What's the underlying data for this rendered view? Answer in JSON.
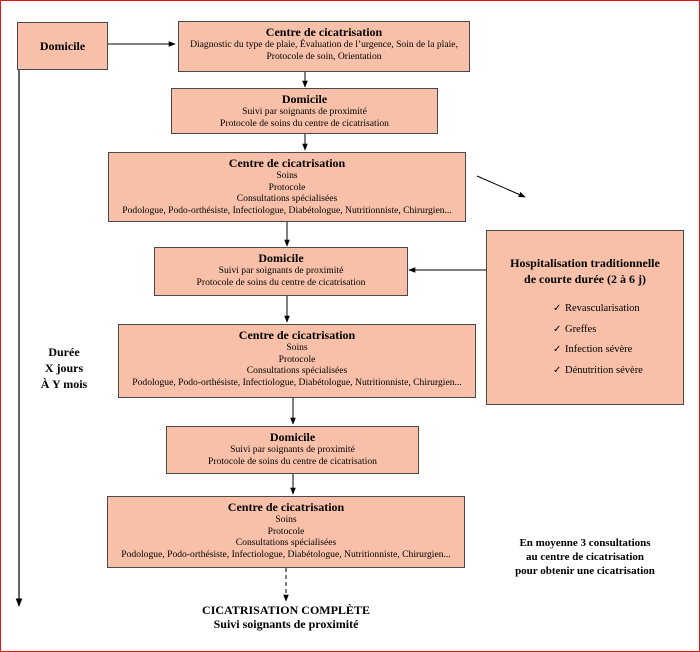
{
  "home_start": {
    "title": "Domicile"
  },
  "center_1": {
    "title": "Centre de cicatrisation",
    "lines": [
      "Diagnostic du type de plaie, Évaluation de l’urgence, Soin de la plaie,",
      "Protocole de soin, Orientation"
    ]
  },
  "home_1": {
    "title": "Domicile",
    "lines": [
      "Suivi par soignants de proximité",
      "Protocole de soins du centre de cicatrisation"
    ]
  },
  "center_2": {
    "title": "Centre de cicatrisation",
    "lines": [
      "Soins",
      "Protocole",
      "Consultations spécialisées",
      "Podologue, Podo-orthésiste, Infectiologue, Diabétologue, Nutritionniste, Chirurgien..."
    ]
  },
  "home_2": {
    "title": "Domicile",
    "lines": [
      "Suivi par soignants de proximité",
      "Protocole de soins du centre de cicatrisation"
    ]
  },
  "center_3": {
    "title": "Centre de cicatrisation",
    "lines": [
      "Soins",
      "Protocole",
      "Consultations spécialisées",
      "Podologue, Podo-orthésiste, Infectiologue, Diabétologue, Nutritionniste, Chirurgien..."
    ]
  },
  "home_3": {
    "title": "Domicile",
    "lines": [
      "Suivi par soignants de proximité",
      "Protocole de soins du centre de cicatrisation"
    ]
  },
  "center_4": {
    "title": "Centre de cicatrisation",
    "lines": [
      "Soins",
      "Protocole",
      "Consultations spécialisées",
      "Podologue, Podo-orthésiste, Infectiologue, Diabétologue, Nutritionniste, Chirurgien..."
    ]
  },
  "hospitalisation": {
    "title_lines": [
      "Hospitalisation traditionnelle",
      "de courte durée (2 à 6 j)"
    ],
    "check_glyph": "✓",
    "items": [
      "Revascularisation",
      "Greffes",
      "Infection sévère",
      "Dénutrition sévère"
    ]
  },
  "duration": {
    "lines": [
      "Durée",
      "X jours",
      "À Y mois"
    ]
  },
  "average": {
    "lines": [
      "En moyenne 3 consultations",
      "au centre de cicatrisation",
      "pour obtenir une cicatrisation"
    ]
  },
  "outcome": {
    "lines": [
      "CICATRISATION COMPLÈTE",
      "Suivi soignants de proximité"
    ]
  },
  "colors": {
    "box_fill": "#f8c0a8",
    "box_border": "#4a4a4a",
    "frame": "#e01818",
    "arrow": "#000000"
  }
}
